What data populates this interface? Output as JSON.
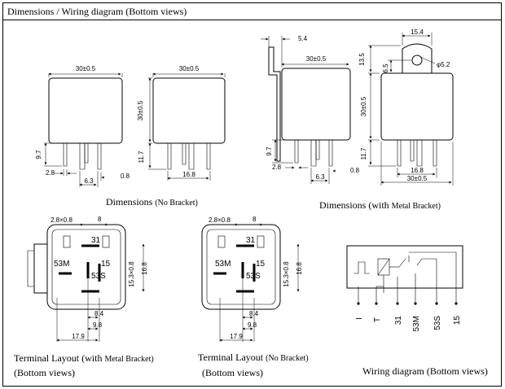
{
  "header": {
    "title": "Dimensions / Wiring diagram (Bottom views)"
  },
  "captions": {
    "no_bracket_main": "Dimensions ",
    "no_bracket_sub": "(No Bracket)",
    "bracket_main": "Dimensions (with ",
    "bracket_sub": "Metal Bracket)",
    "tl_bracket_main": "Terminal  Layout  (with ",
    "tl_bracket_sub": "Metal  Bracket)",
    "tl_bracket_line2": "(Bottom views)",
    "tl_nobracket_main": "Terminal  Layout ",
    "tl_nobracket_sub": "(No Bracket)",
    "tl_nobracket_line2": "(Bottom views)",
    "wiring": "Wiring diagram (Bottom views)"
  },
  "dims": {
    "width_30": "30±0.5",
    "height_30": "30±0.5",
    "pin_9_7": "9.7",
    "pin_2_8": "2.8",
    "pin_6_3": "6.3",
    "pin_0_8": "0.8",
    "pin_11_7": "11.7",
    "pin_16_8": "16.8",
    "br_5_4": "5.4",
    "br_15_4": "15.4",
    "br_13_5": "13.5",
    "br_6_5": "6.5",
    "br_hole": "φ5.2",
    "tl_28x08": "2.8×0.8",
    "tl_8": "8",
    "tl_15_3": "15.3×0.8",
    "tl_16_8": "16.8",
    "tl_8_4": "8.4",
    "tl_9_8": "9.8",
    "tl_17_9": "17.9"
  },
  "terminals": {
    "t31": "31",
    "t53m": "53M",
    "t15": "15",
    "t53s": "53S"
  },
  "wiring_pins": [
    "I",
    "T",
    "31",
    "53M",
    "53S",
    "15"
  ]
}
